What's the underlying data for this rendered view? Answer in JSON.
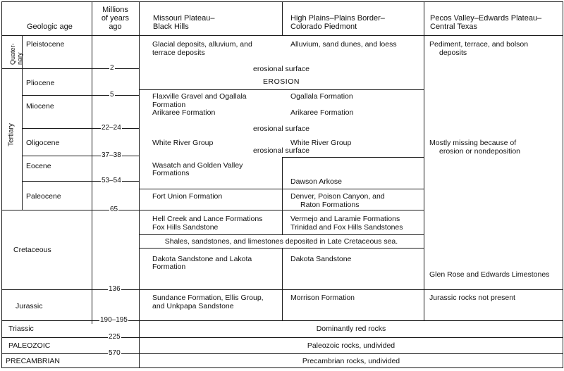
{
  "headers": {
    "age": "Geologic age",
    "mya_1": "Millions",
    "mya_2": "of years",
    "mya_3": "ago",
    "col1_1": "Missouri Plateau–",
    "col1_2": "Black Hills",
    "col2_1": "High Plains–Plains Border–",
    "col2_2": "Colorado Piedmont",
    "col3_1": "Pecos Valley–Edwards Plateau–",
    "col3_2": "Central Texas"
  },
  "eras": {
    "quaternary_1": "Quater-",
    "quaternary_2": "nary",
    "tertiary": "Tertiary"
  },
  "epochs": {
    "pleistocene": "Pleistocene",
    "pliocene": "Pliocene",
    "miocene": "Miocene",
    "oligocene": "Oligocene",
    "eocene": "Eocene",
    "paleocene": "Paleocene",
    "cretaceous": "Cretaceous",
    "jurassic": "Jurassic",
    "triassic": "Triassic",
    "paleozoic": "PALEOZOIC",
    "precambrian": "PRECAMBRIAN"
  },
  "ages": {
    "a2": "2",
    "a5": "5",
    "a22": "22–24",
    "a37": "37–38",
    "a53": "53–54",
    "a65": "65",
    "a136": "136",
    "a190": "190–195",
    "a225": "225",
    "a570": "570"
  },
  "missouri": {
    "pleist_1": "Glacial deposits, alluvium, and",
    "pleist_2": "terrace deposits",
    "miocene_1": "Flaxville Gravel and Ogallala",
    "miocene_2": "Formation",
    "miocene_3": "Arikaree Formation",
    "oligocene": "White River Group",
    "eocene_1": "Wasatch and Golden Valley",
    "eocene_2": "Formations",
    "paleocene": "Fort Union Formation",
    "cret1_1": "Hell Creek and Lance Formations",
    "cret1_2": "Fox Hills Sandstone",
    "cret2_1": "Dakota Sandstone and Lakota",
    "cret2_2": "Formation",
    "jur_1": "Sundance Formation, Ellis Group,",
    "jur_2": "and Unkpapa Sandstone"
  },
  "highplains": {
    "pleist": "Alluvium, sand dunes, and loess",
    "miocene_1": "Ogallala Formation",
    "miocene_2": "Arikaree Formation",
    "oligocene": "White River Group",
    "eocene": "Dawson Arkose",
    "paleocene_1": "Denver, Poison Canyon, and",
    "paleocene_2": "Raton Formations",
    "cret1_1": "Vermejo and Laramie Formations",
    "cret1_2": "Trinidad and Fox Hills Sandstones",
    "cret2": "Dakota Sandstone",
    "jur": "Morrison Formation"
  },
  "pecos": {
    "pleist_1": "Pediment, terrace, and bolson",
    "pleist_2": "deposits",
    "tert_1": "Mostly missing because of",
    "tert_2": "erosion or nondeposition",
    "cret": "Glen Rose and Edwards Limestones",
    "jur": "Jurassic rocks not present"
  },
  "spans": {
    "erosional_1": "erosional surface",
    "erosion": "EROSION",
    "erosional_2": "erosional surface",
    "erosional_3": "erosional surface",
    "shales": "Shales, sandstones, and limestones deposited in Late Cretaceous sea.",
    "triassic": "Dominantly red rocks",
    "paleozoic": "Paleozoic rocks, undivided",
    "precambrian": "Precambrian rocks, undivided"
  }
}
